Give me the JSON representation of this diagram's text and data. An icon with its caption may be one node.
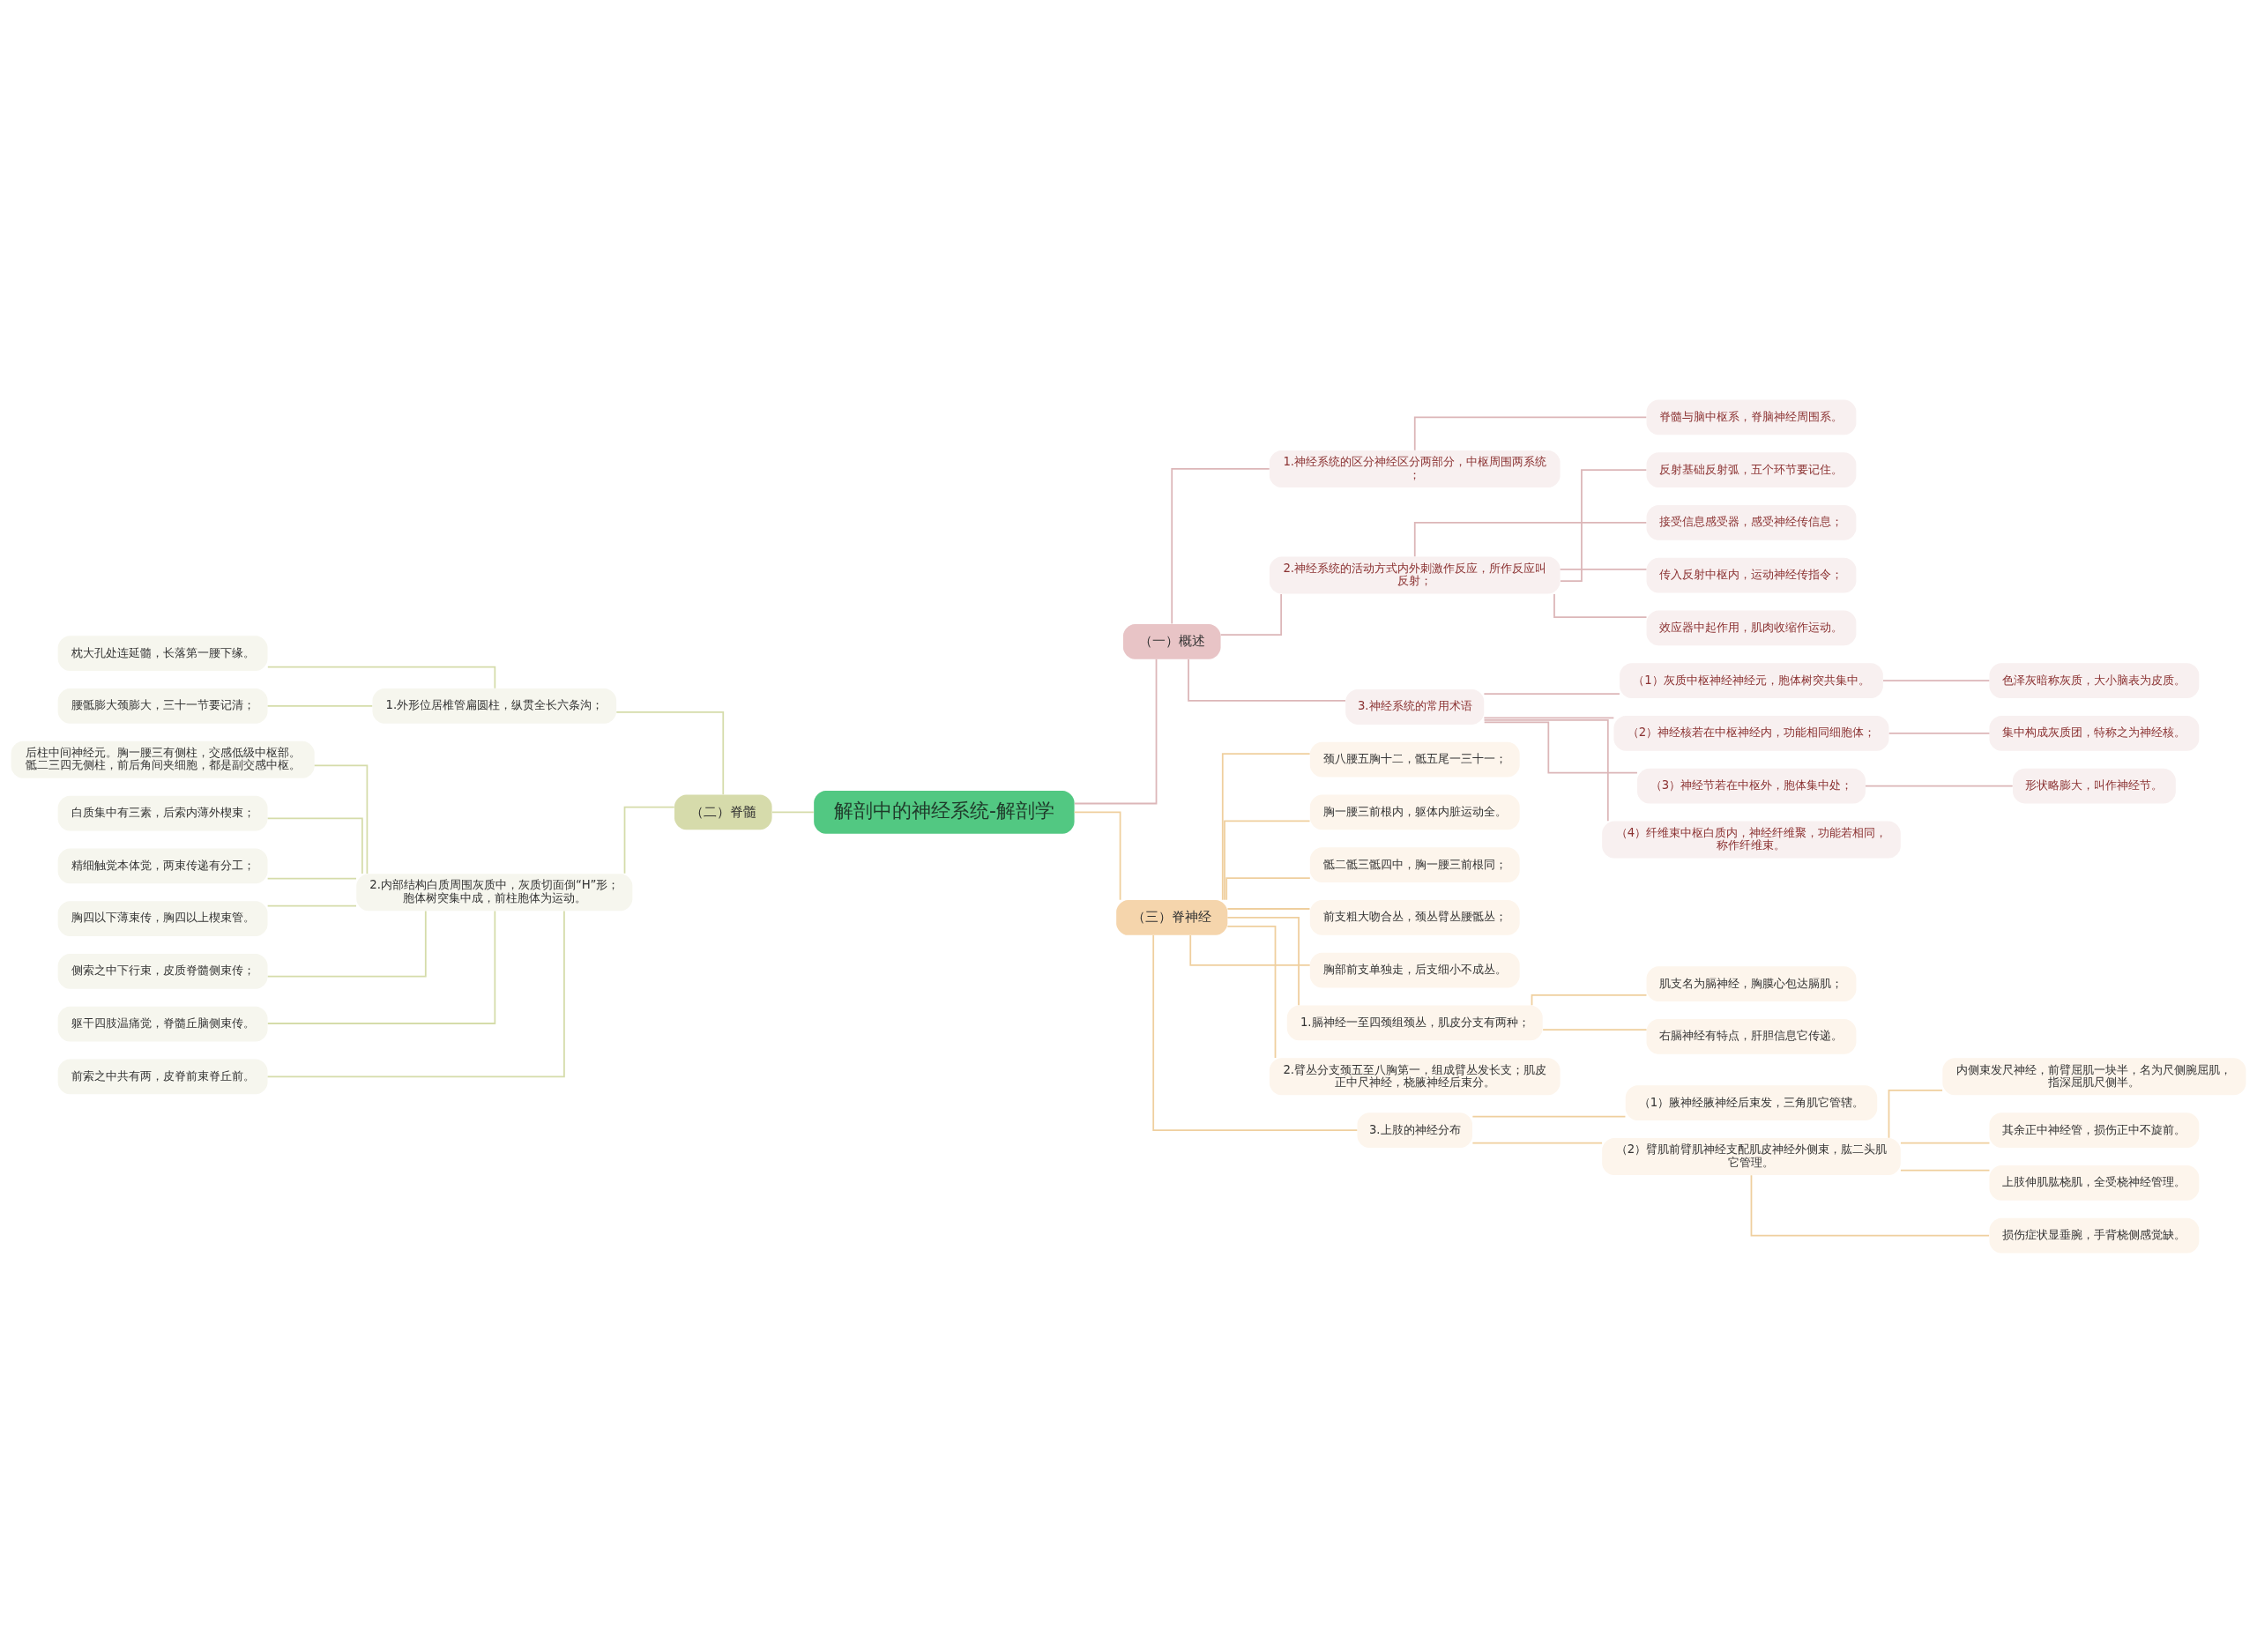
{
  "diagram": {
    "nodes": [
      {
        "text": [
          "解剖中的神经系统-解剖学"
        ]
      },
      {
        "text": [
          "（二）脊髓"
        ]
      },
      {
        "text": [
          "1.外形位居椎管扁圆柱，纵贯全长六条沟；"
        ]
      },
      {
        "text": [
          "枕大孔处连延髓，长落第一腰下缘。"
        ]
      },
      {
        "text": [
          "腰骶膨大颈膨大，三十一节要记清；"
        ]
      },
      {
        "text": [
          "2.内部结构白质周围灰质中，灰质切面倒“H”形；胞体树突集中成，前柱胞体为运动。"
        ]
      },
      {
        "text": [
          "后柱中间神经元。胸一腰三有侧柱，交感低级中枢部。骶二三四无侧柱，前后角间夹细胞，都是副交感中枢。"
        ]
      },
      {
        "text": [
          "白质集中有三素，后索内薄外楔束；"
        ]
      },
      {
        "text": [
          "精细触觉本体觉，两束传递有分工；"
        ]
      },
      {
        "text": [
          "胸四以下薄束传，胸四以上楔束管。"
        ]
      },
      {
        "text": [
          "侧索之中下行束，皮质脊髓侧束传；"
        ]
      },
      {
        "text": [
          "躯干四肢温痛觉，脊髓丘脑侧束传。"
        ]
      },
      {
        "text": [
          "前索之中共有两，皮脊前束脊丘前。"
        ]
      },
      {
        "text": [
          "（一）概述"
        ]
      },
      {
        "text": [
          "1.神经系统的区分神经区分两部分，中枢周围两系统；"
        ]
      },
      {
        "text": [
          "脊髓与脑中枢系，脊脑神经周围系。"
        ]
      },
      {
        "text": [
          "2.神经系统的活动方式内外刺激作反应，所作反应叫反射；"
        ]
      },
      {
        "text": [
          "反射基础反射弧，五个环节要记住。"
        ]
      },
      {
        "text": [
          "接受信息感受器，感受神经传信息；"
        ]
      },
      {
        "text": [
          "传入反射中枢内，运动神经传指令；"
        ]
      },
      {
        "text": [
          "效应器中起作用，肌肉收缩作运动。"
        ]
      },
      {
        "text": [
          "3.神经系统的常用术语"
        ]
      },
      {
        "text": [
          "（1）灰质中枢神经神经元，胞体树突共集中。"
        ]
      },
      {
        "text": [
          "色泽灰暗称灰质，大小脑表为皮质。"
        ]
      },
      {
        "text": [
          "（2）神经核若在中枢神经内，功能相同细胞体；"
        ]
      },
      {
        "text": [
          "集中构成灰质团，特称之为神经核。"
        ]
      },
      {
        "text": [
          "（3）神经节若在中枢外，胞体集中处；"
        ]
      },
      {
        "text": [
          "形状略膨大，叫作神经节。"
        ]
      },
      {
        "text": [
          "（4）纤维束中枢白质内，神经纤维聚，功能若相同，称作纤维束。"
        ]
      },
      {
        "text": [
          "（三）脊神经"
        ]
      },
      {
        "text": [
          "颈八腰五胸十二，骶五尾一三十一；"
        ]
      },
      {
        "text": [
          "胸一腰三前根内，躯体内脏运动全。"
        ]
      },
      {
        "text": [
          "骶二骶三骶四中，胸一腰三前根同；"
        ]
      },
      {
        "text": [
          "前支粗大吻合丛，颈丛臂丛腰骶丛；"
        ]
      },
      {
        "text": [
          "胸部前支单独走，后支细小不成丛。"
        ]
      },
      {
        "text": [
          "1.膈神经一至四颈组颈丛，肌皮分支有两种；"
        ]
      },
      {
        "text": [
          "肌支名为膈神经，胸膜心包达膈肌；"
        ]
      },
      {
        "text": [
          "右膈神经有特点，肝胆信息它传递。"
        ]
      },
      {
        "text": [
          "2.臂丛分支颈五至八胸第一，组成臂丛发长支；肌皮正中尺神经，桡腋神经后束分。"
        ]
      },
      {
        "text": [
          "3.上肢的神经分布"
        ]
      },
      {
        "text": [
          "（1）腋神经腋神经后束发，三角肌它管辖。"
        ]
      },
      {
        "text": [
          "（2）臂肌前臂肌神经支配肌皮神经外侧束，肱二头肌它管理。"
        ]
      },
      {
        "text": [
          "内侧束发尺神经，前臂屈肌一块半，名为尺侧腕屈肌，指深屈肌尺侧半。"
        ]
      },
      {
        "text": [
          "其余正中神经管，损伤正中不旋前。"
        ]
      },
      {
        "text": [
          "上肢伸肌肱桡肌，全受桡神经管理。"
        ]
      },
      {
        "text": [
          "损伤症状显垂腕，手背桡侧感觉缺。"
        ]
      }
    ],
    "edges": [
      {
        "from": 0,
        "to": 1,
        "arrow": "none",
        "color": "#d5dcaa"
      },
      {
        "from": 1,
        "to": 2,
        "arrow": "none",
        "color": "#d5dcaa"
      },
      {
        "from": 2,
        "to": 3,
        "arrow": "none",
        "color": "#d5dcaa"
      },
      {
        "from": 2,
        "to": 4,
        "arrow": "none",
        "color": "#d5dcaa"
      },
      {
        "from": 1,
        "to": 5,
        "arrow": "none",
        "color": "#d5dcaa"
      },
      {
        "from": 5,
        "to": 6,
        "arrow": "none",
        "color": "#d5dcaa"
      },
      {
        "from": 5,
        "to": 7,
        "arrow": "none",
        "color": "#d5dcaa"
      },
      {
        "from": 5,
        "to": 8,
        "arrow": "none",
        "color": "#d5dcaa"
      },
      {
        "from": 5,
        "to": 9,
        "arrow": "none",
        "color": "#d5dcaa"
      },
      {
        "from": 5,
        "to": 10,
        "arrow": "none",
        "color": "#d5dcaa"
      },
      {
        "from": 5,
        "to": 11,
        "arrow": "none",
        "color": "#d5dcaa"
      },
      {
        "from": 5,
        "to": 12,
        "arrow": "none",
        "color": "#d5dcaa"
      },
      {
        "from": 0,
        "to": 13,
        "arrow": "none",
        "color": "#dcb6b8"
      },
      {
        "from": 13,
        "to": 14,
        "arrow": "none",
        "color": "#dcb6b8"
      },
      {
        "from": 14,
        "to": 15,
        "arrow": "none",
        "color": "#dcb6b8"
      },
      {
        "from": 13,
        "to": 16,
        "arrow": "none",
        "color": "#dcb6b8"
      },
      {
        "from": 16,
        "to": 17,
        "arrow": "none",
        "color": "#dcb6b8"
      },
      {
        "from": 16,
        "to": 18,
        "arrow": "none",
        "color": "#dcb6b8"
      },
      {
        "from": 16,
        "to": 19,
        "arrow": "none",
        "color": "#dcb6b8"
      },
      {
        "from": 16,
        "to": 20,
        "arrow": "none",
        "color": "#dcb6b8"
      },
      {
        "from": 13,
        "to": 21,
        "arrow": "none",
        "color": "#dcb6b8"
      },
      {
        "from": 21,
        "to": 22,
        "arrow": "none",
        "color": "#dcb6b8"
      },
      {
        "from": 22,
        "to": 23,
        "arrow": "none",
        "color": "#dcb6b8"
      },
      {
        "from": 21,
        "to": 24,
        "arrow": "none",
        "color": "#dcb6b8"
      },
      {
        "from": 24,
        "to": 25,
        "arrow": "none",
        "color": "#dcb6b8"
      },
      {
        "from": 21,
        "to": 26,
        "arrow": "none",
        "color": "#dcb6b8"
      },
      {
        "from": 26,
        "to": 27,
        "arrow": "none",
        "color": "#dcb6b8"
      },
      {
        "from": 21,
        "to": 28,
        "arrow": "none",
        "color": "#dcb6b8"
      },
      {
        "from": 0,
        "to": 29,
        "arrow": "none"
      },
      {
        "from": 29,
        "to": 30,
        "arrow": "none"
      },
      {
        "from": 29,
        "to": 31,
        "arrow": "none"
      },
      {
        "from": 29,
        "to": 32,
        "arrow": "none"
      },
      {
        "from": 29,
        "to": 33,
        "arrow": "none"
      },
      {
        "from": 29,
        "to": 34,
        "arrow": "none"
      },
      {
        "from": 29,
        "to": 35,
        "arrow": "none"
      },
      {
        "from": 35,
        "to": 36,
        "arrow": "none"
      },
      {
        "from": 35,
        "to": 37,
        "arrow": "none"
      },
      {
        "from": 29,
        "to": 38,
        "arrow": "none"
      },
      {
        "from": 29,
        "to": 39,
        "arrow": "none"
      },
      {
        "from": 39,
        "to": 40,
        "arrow": "none"
      },
      {
        "from": 39,
        "to": 41,
        "arrow": "none"
      },
      {
        "from": 41,
        "to": 42,
        "arrow": "none"
      },
      {
        "from": 41,
        "to": 43,
        "arrow": "none"
      },
      {
        "from": 41,
        "to": 44,
        "arrow": "none"
      },
      {
        "from": 41,
        "to": 45,
        "arrow": "none"
      }
    ]
  }
}
